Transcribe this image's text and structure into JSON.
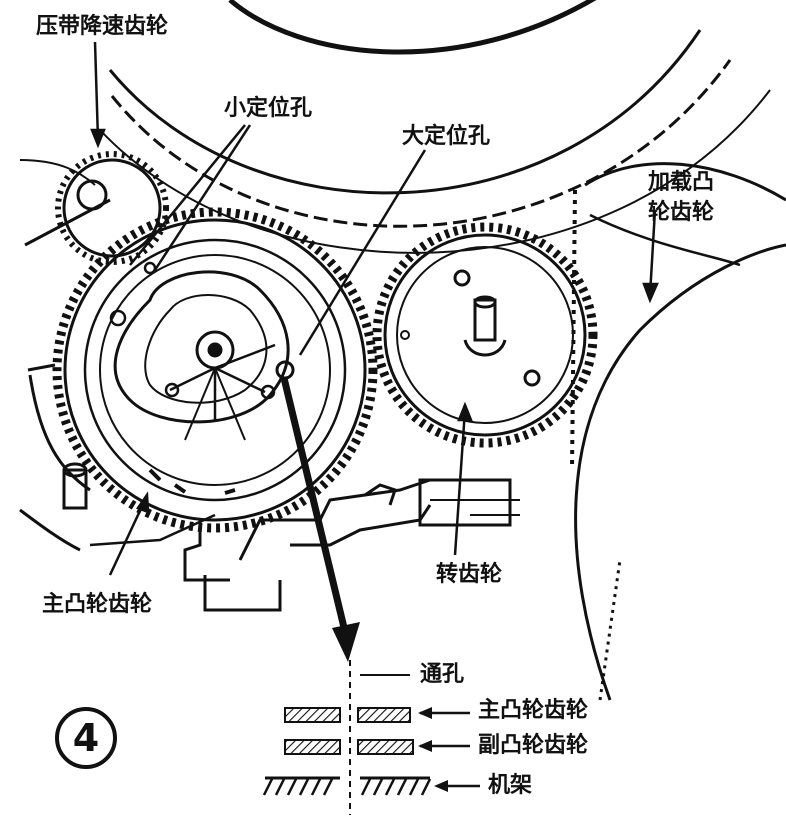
{
  "diagram": {
    "labels": {
      "pressure_belt_reduction_gear": "压带降速齿轮",
      "small_locating_hole": "小定位孔",
      "large_locating_hole": "大定位孔",
      "loading_cam_gear": "加载凸轮齿轮",
      "main_cam_gear": "主凸轮齿轮",
      "rotating_gear": "转齿轮"
    },
    "legend": {
      "through_hole": "通孔",
      "main_cam_gear": "主凸轮齿轮",
      "secondary_cam_gear": "副凸轮齿轮",
      "frame": "机架"
    },
    "figure_number": "4",
    "colors": {
      "ink": "#111111",
      "paper": "#ffffff"
    }
  }
}
